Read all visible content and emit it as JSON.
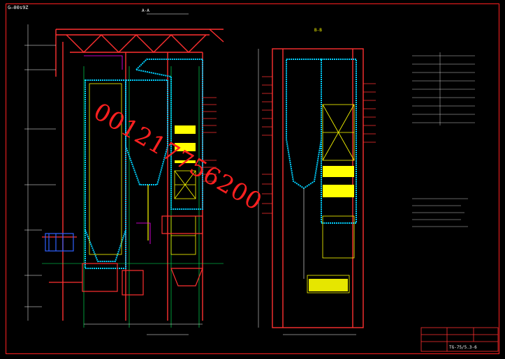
{
  "drawing": {
    "sheet_label": "G—00s9Z",
    "section_left": "A-A",
    "section_right_title": "B-B",
    "title_block_code": "TG-75/5.3-6"
  },
  "watermark": {
    "text": "001217756200",
    "color": "#ff2020"
  },
  "colors": {
    "frame": "#ff2020",
    "structure": "#ff3030",
    "wall": "#00d0ff",
    "equipment": "#ffff00",
    "dimension": "#ffffff",
    "grid": "#00ff60",
    "magenta": "#ff00ff"
  },
  "icons": [
    "boiler-diagram-icon",
    "cyclone-icon",
    "title-block-icon"
  ]
}
